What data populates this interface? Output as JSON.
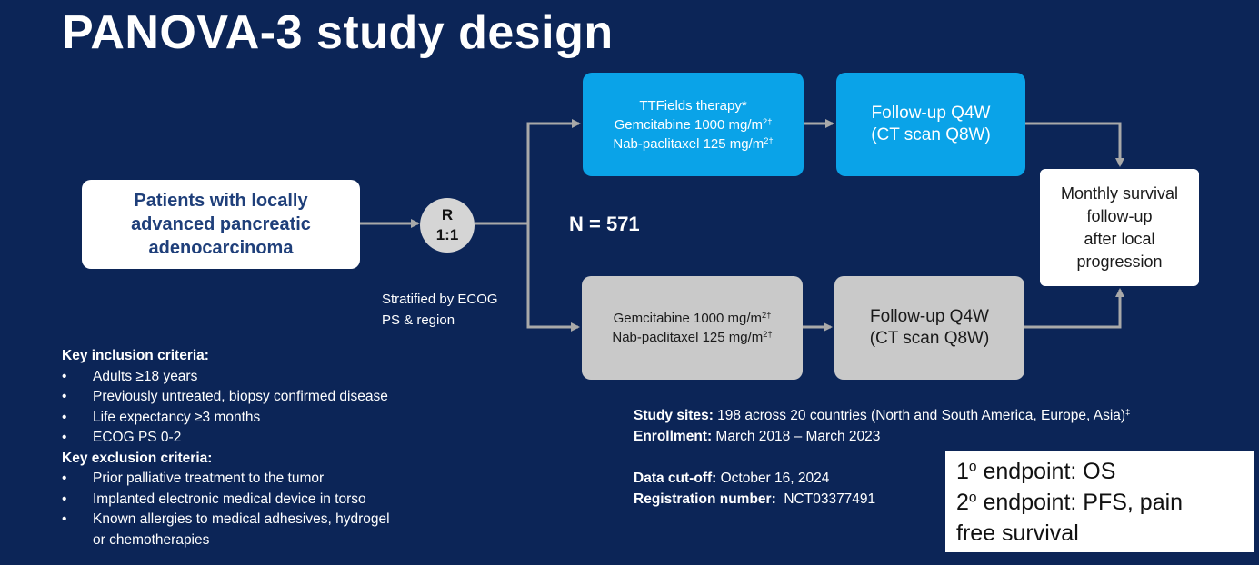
{
  "title": "PANOVA-3 study design",
  "patients": [
    "Patients with locally",
    "advanced pancreatic",
    "adenocarcinoma"
  ],
  "randomization": {
    "line1": "R",
    "line2": "1:1"
  },
  "n_label": "N = 571",
  "stratified": [
    "Stratified by ECOG",
    "PS & region"
  ],
  "arm_ttfields": {
    "line1": "TTFields therapy*",
    "line2": "Gemcitabine 1000 mg/m",
    "line2_sup": "2†",
    "line3": "Nab-paclitaxel 125 mg/m",
    "line3_sup": "2†"
  },
  "arm_control": {
    "line1": "Gemcitabine 1000 mg/m",
    "line1_sup": "2†",
    "line2": "Nab-paclitaxel 125 mg/m",
    "line2_sup": "2†"
  },
  "followup": {
    "line1": "Follow-up Q4W",
    "line2": "(CT scan Q8W)"
  },
  "monthly": [
    "Monthly survival",
    "follow-up",
    "after local",
    "progression"
  ],
  "inclusion": {
    "heading": "Key inclusion criteria:",
    "items": [
      "Adults ≥18 years",
      "Previously untreated, biopsy confirmed disease",
      "Life expectancy ≥3 months",
      "ECOG PS 0-2"
    ]
  },
  "exclusion": {
    "heading": "Key exclusion criteria:",
    "items": [
      "Prior palliative treatment to the tumor",
      "Implanted electronic medical device in torso",
      "Known allergies to medical adhesives, hydrogel",
      "or chemotherapies"
    ]
  },
  "bullet": "•",
  "study_info": {
    "sites_label": "Study sites:",
    "sites_value": " 198 across 20 countries (North and South America, Europe, Asia)",
    "sites_sup": "‡",
    "enrollment_label": "Enrollment:",
    "enrollment_value": " March 2018 – March 2023",
    "cutoff_label": "Data cut-off:",
    "cutoff_value": " October 16, 2024",
    "registration_label": "Registration number:",
    "registration_value": "  NCT03377491"
  },
  "endpoints": {
    "primary_num": "1",
    "primary_sup": "o",
    "primary_text": " endpoint: OS",
    "secondary_num": "2",
    "secondary_sup": "o",
    "secondary_text": " endpoint: PFS, pain",
    "secondary_text2": "free survival"
  },
  "colors": {
    "background": "#0c2557",
    "arm_ttfields": "#0aa3e8",
    "arm_control": "#c9c9c9",
    "connector": "#a9a9a9"
  }
}
